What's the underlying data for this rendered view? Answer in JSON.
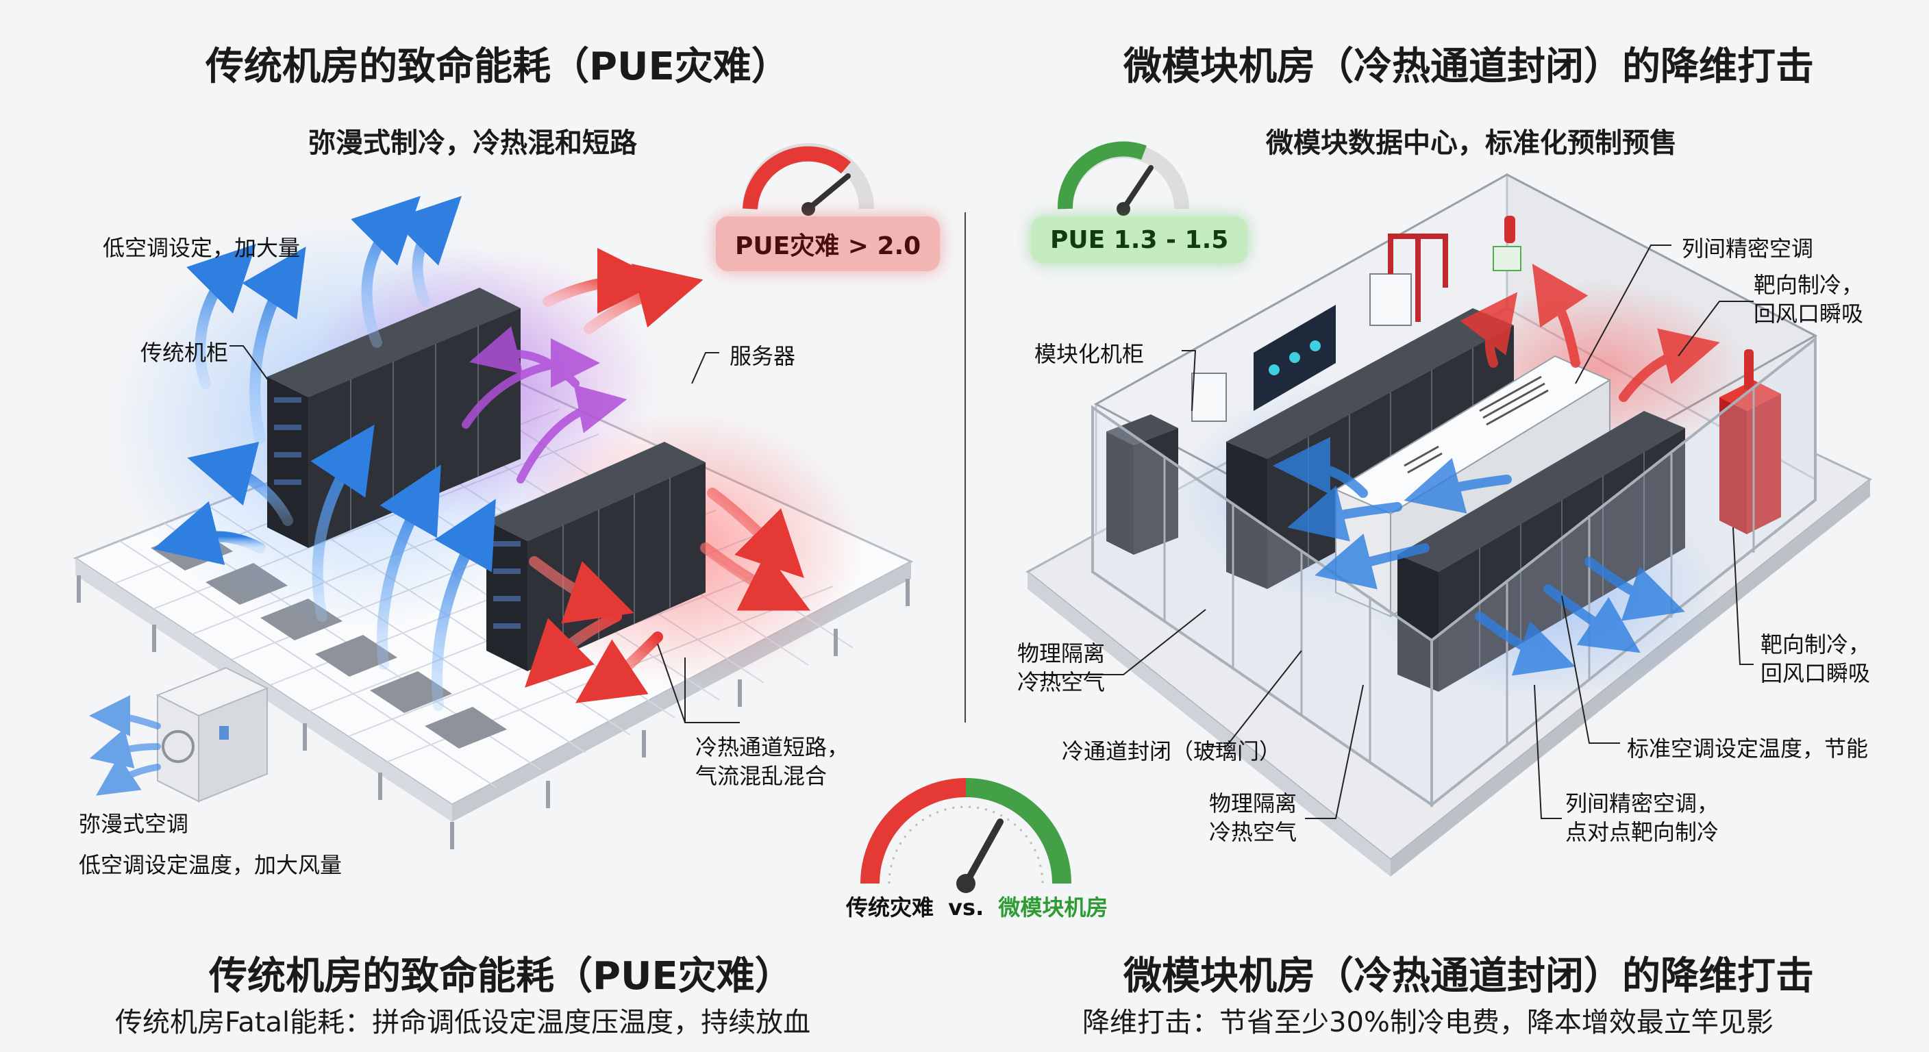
{
  "left": {
    "title": "传统机房的致命能耗（PUE灾难）",
    "subtitle": "弥漫式制冷，冷热混和短路",
    "pue_badge": "PUE灾难 > 2.0",
    "labels": {
      "low_ac": "低空调设定，加大量",
      "rack": "传统机柜",
      "server": "服务器",
      "short_circuit_1": "冷热通道短路，",
      "short_circuit_2": "气流混乱混合",
      "diffuse_ac": "弥漫式空调",
      "low_temp": "低空调设定温度，加大风量"
    }
  },
  "right": {
    "title": "微模块机房（冷热通道封闭）的降维打击",
    "subtitle": "微模块数据中心，标准化预制预售",
    "pue_badge": "PUE 1.3 - 1.5",
    "labels": {
      "inrow_ac": "列间精密空调",
      "targeted_1a": "靶向制冷，",
      "targeted_1b": "回风口瞬吸",
      "modular_rack": "模块化机柜",
      "isolation_1a": "物理隔离",
      "isolation_1b": "冷热空气",
      "targeted_2a": "靶向制冷，",
      "targeted_2b": "回风口瞬吸",
      "cold_aisle": "冷通道封闭（玻璃门）",
      "std_temp": "标准空调设定温度，节能",
      "isolation_2a": "物理隔离",
      "isolation_2b": "冷热空气",
      "inrow_2a": "列间精密空调，",
      "inrow_2b": "点对点靶向制冷"
    }
  },
  "gauge": {
    "left_label": "传统灾难",
    "vs": "vs.",
    "right_label": "微模块机房"
  },
  "footer": {
    "left_title": "传统机房的致命能耗（PUE灾难）",
    "left_text": "传统机房Fatal能耗：拼命调低设定温度压温度，持续放血",
    "right_title": "微模块机房（冷热通道封闭）的降维打击",
    "right_text": "降维打击：节省至少30%制冷电费，降本增效最立竿见影"
  },
  "colors": {
    "hot": "#e53935",
    "cold": "#2f7fe0",
    "mixed": "#b04fd8",
    "ok": "#43a047",
    "rack": "#2e3138"
  }
}
